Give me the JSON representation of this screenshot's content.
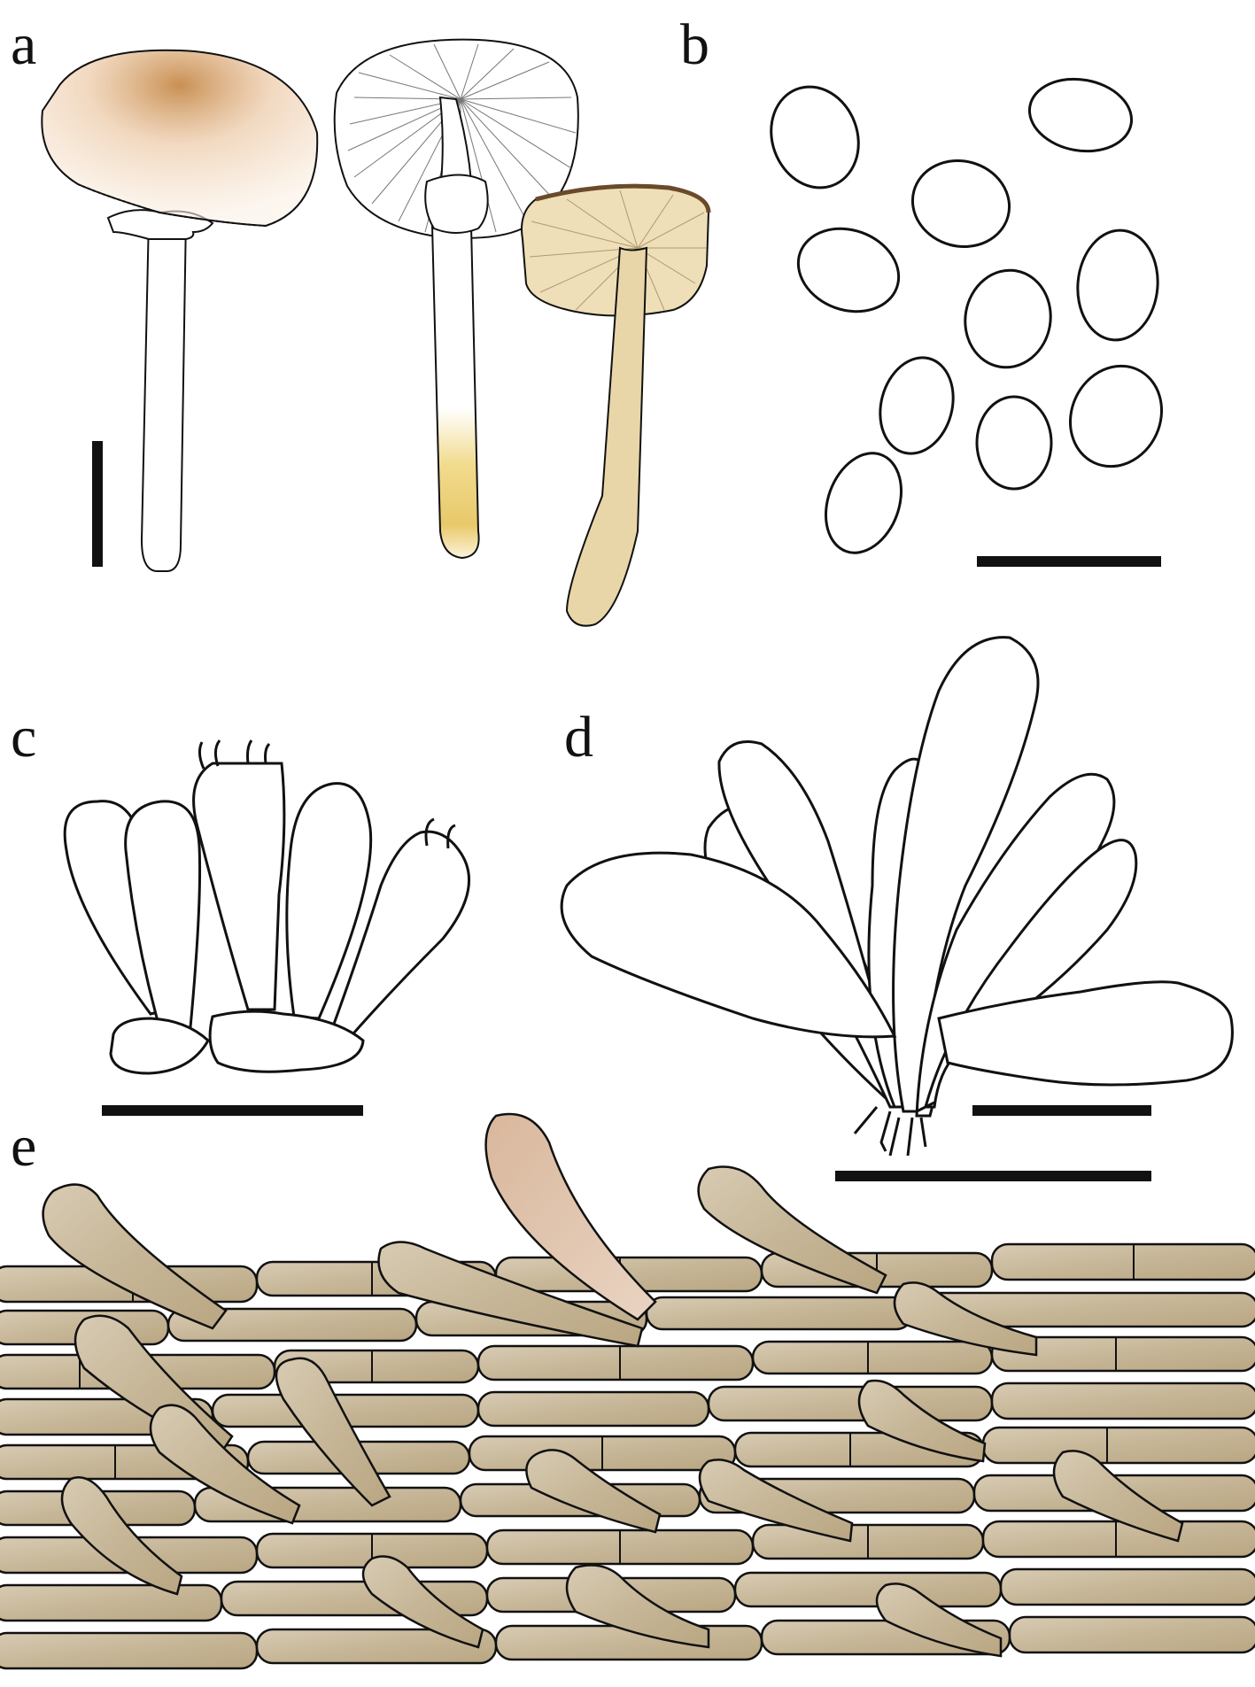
{
  "figure": {
    "panels": [
      {
        "id": "a",
        "label": "a"
      },
      {
        "id": "b",
        "label": "b"
      },
      {
        "id": "c",
        "label": "c"
      },
      {
        "id": "d",
        "label": "d"
      },
      {
        "id": "e",
        "label": "e"
      }
    ]
  },
  "colors": {
    "outline": "#111111",
    "cap_tan": "#c68a4a",
    "stipe_yellow": "#e8c96a",
    "mature_tan": "#e9d6a8",
    "hyphae_fill": "#cdbfa6",
    "hyphae_dark": "#a99476",
    "cell_pink": "#d9b79c"
  }
}
